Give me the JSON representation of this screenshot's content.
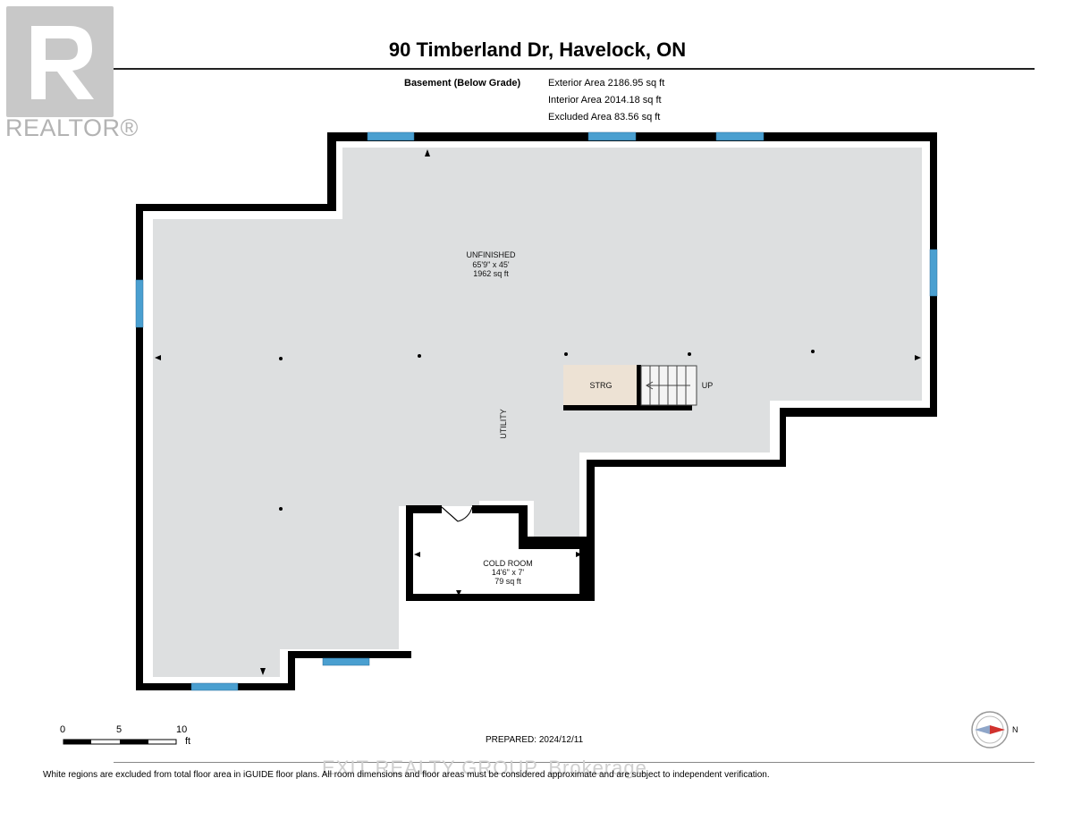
{
  "logo": {
    "wordmark": "REALTOR®"
  },
  "header": {
    "title": "90 Timberland Dr, Havelock, ON"
  },
  "areas": {
    "label": "Basement (Below Grade)",
    "exterior": "Exterior Area 2186.95 sq ft",
    "interior": "Interior Area 2014.18 sq ft",
    "excluded": "Excluded Area 83.56 sq ft"
  },
  "rooms": {
    "unfinished": {
      "name": "UNFINISHED",
      "dims": "65'9\" x 45'",
      "area": "1962 sq ft"
    },
    "utility": {
      "name": "UTILITY"
    },
    "storage": {
      "name": "STRG"
    },
    "stairs": {
      "label": "UP"
    },
    "cold_room": {
      "name": "COLD ROOM",
      "dims": "14'6\" x 7'",
      "area": "79 sq ft"
    }
  },
  "scale": {
    "ticks": [
      "0",
      "5",
      "10"
    ],
    "unit": "ft"
  },
  "compass": {
    "label": "N"
  },
  "footer": {
    "prepared": "PREPARED: 2024/12/11",
    "disclaimer": "White regions are excluded from total floor area in iGUIDE floor plans. All room dimensions and floor areas must be considered approximate and are subject to independent verification.",
    "watermark": "EXIT REALTY GROUP, Brokerage"
  },
  "colors": {
    "wall": "#000000",
    "floor": "#dddfe0",
    "window": "#4a9fd0",
    "storage": "#ede2d4"
  }
}
